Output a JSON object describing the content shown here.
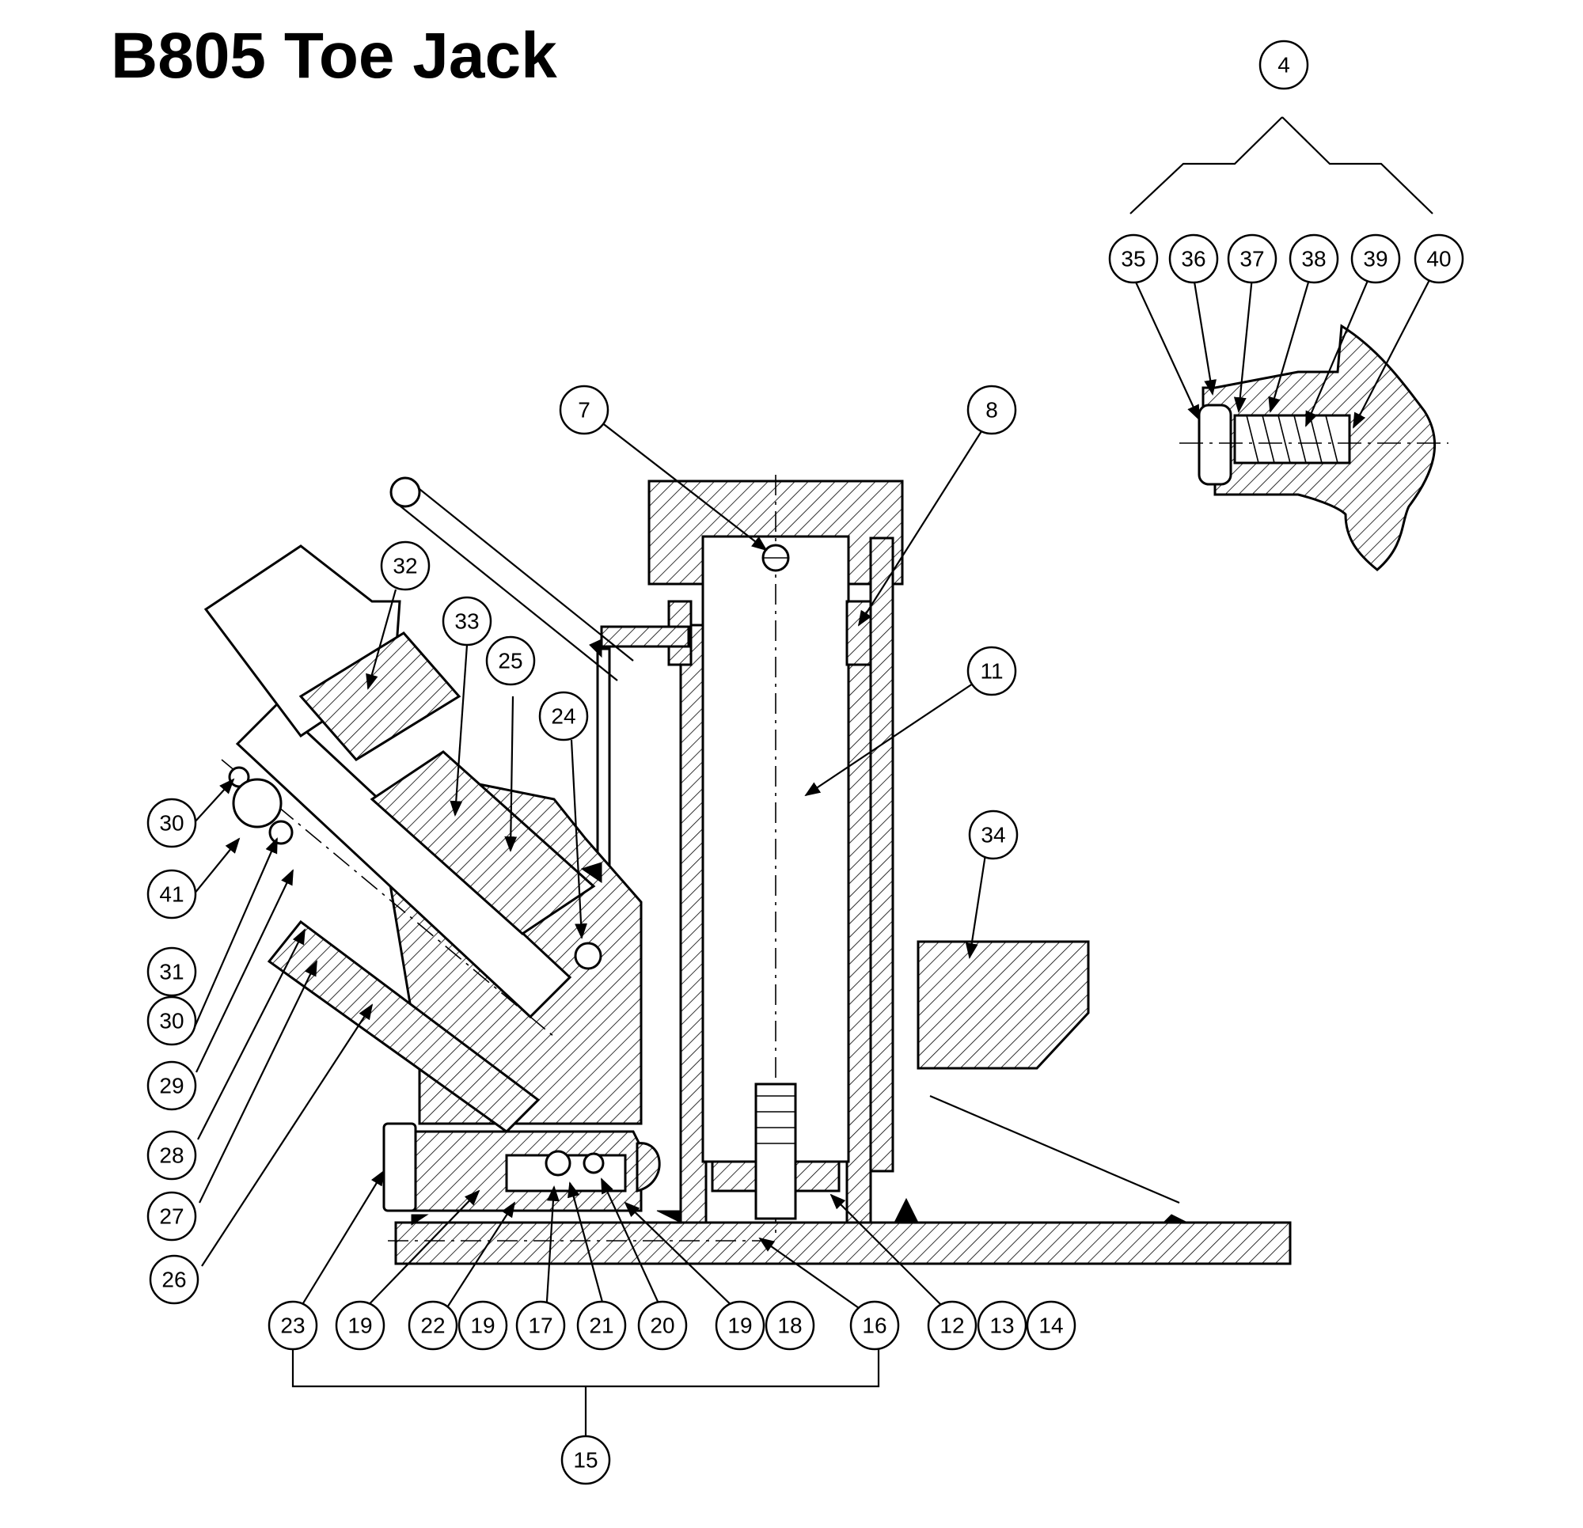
{
  "title": "B805 Toe Jack",
  "callouts": [
    {
      "label": "4"
    },
    {
      "label": "35"
    },
    {
      "label": "36"
    },
    {
      "label": "37"
    },
    {
      "label": "38"
    },
    {
      "label": "39"
    },
    {
      "label": "40"
    },
    {
      "label": "7"
    },
    {
      "label": "8"
    },
    {
      "label": "11"
    },
    {
      "label": "34"
    },
    {
      "label": "32"
    },
    {
      "label": "33"
    },
    {
      "label": "25"
    },
    {
      "label": "24"
    },
    {
      "label": "30"
    },
    {
      "label": "41"
    },
    {
      "label": "31"
    },
    {
      "label": "30"
    },
    {
      "label": "29"
    },
    {
      "label": "28"
    },
    {
      "label": "27"
    },
    {
      "label": "26"
    },
    {
      "label": "23"
    },
    {
      "label": "19"
    },
    {
      "label": "22"
    },
    {
      "label": "19"
    },
    {
      "label": "17"
    },
    {
      "label": "21"
    },
    {
      "label": "20"
    },
    {
      "label": "19"
    },
    {
      "label": "18"
    },
    {
      "label": "16"
    },
    {
      "label": "12"
    },
    {
      "label": "13"
    },
    {
      "label": "14"
    },
    {
      "label": "15"
    }
  ]
}
